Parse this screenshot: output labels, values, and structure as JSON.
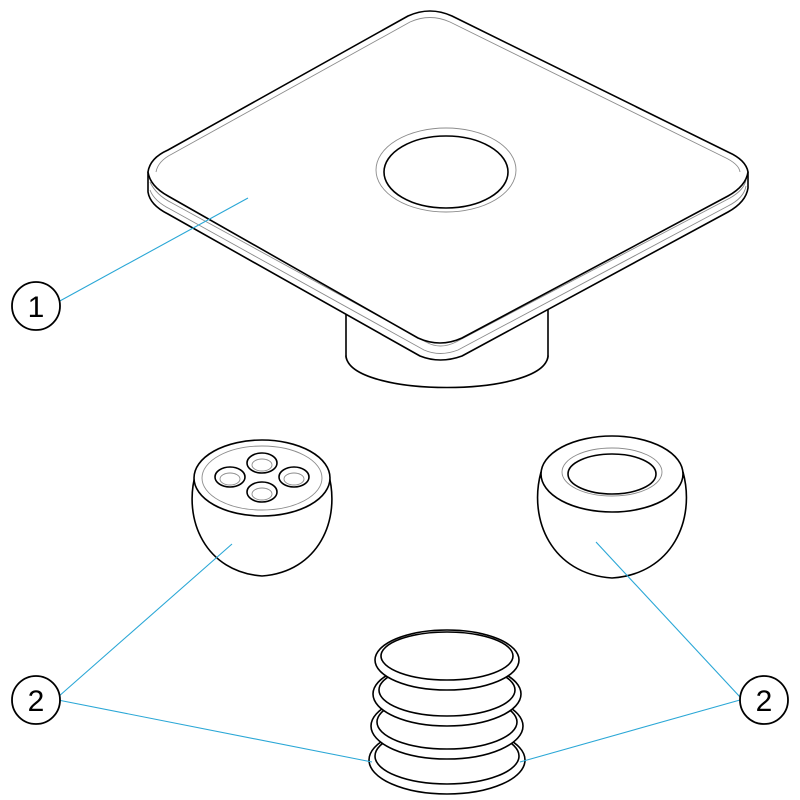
{
  "leader_color": "#2aa7d6",
  "callouts": [
    {
      "id": "callout-1",
      "label": "1"
    },
    {
      "id": "callout-2-left",
      "label": "2"
    },
    {
      "id": "callout-2-right",
      "label": "2"
    }
  ]
}
